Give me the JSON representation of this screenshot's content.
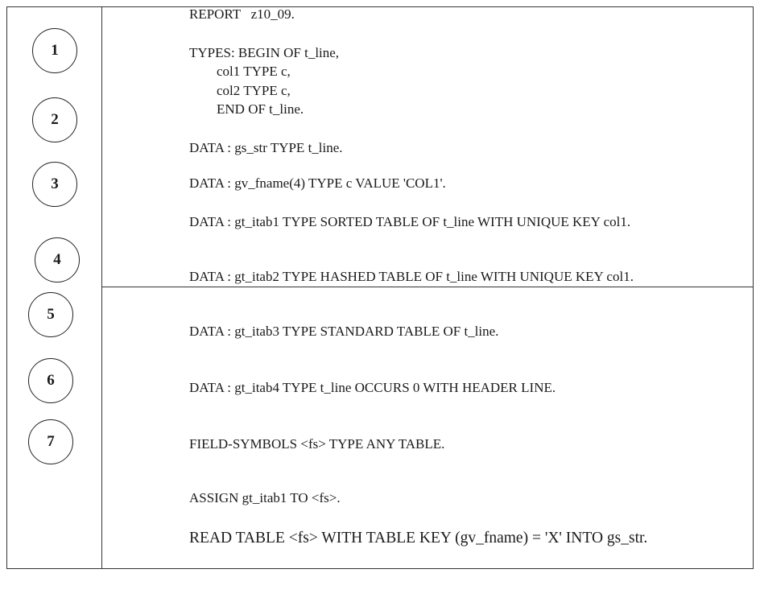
{
  "markers": [
    "1",
    "2",
    "3",
    "4",
    "5",
    "6",
    "7"
  ],
  "code": {
    "report": "REPORT   z10_09.",
    "types_begin": "TYPES: BEGIN OF t_line,",
    "col1": "col1 TYPE c,",
    "col2": "col2 TYPE c,",
    "types_end": "END OF t_line.",
    "data_str": "DATA : gs_str TYPE t_line.",
    "data_fname": "DATA : gv_fname(4) TYPE c VALUE 'COL1'.",
    "data_itab1": "DATA : gt_itab1 TYPE SORTED TABLE OF t_line WITH UNIQUE KEY col1.",
    "data_itab2": "DATA : gt_itab2 TYPE HASHED TABLE OF t_line WITH UNIQUE KEY col1.",
    "data_itab3": "DATA : gt_itab3 TYPE STANDARD TABLE OF t_line.",
    "data_itab4": "DATA : gt_itab4 TYPE t_line OCCURS 0 WITH HEADER LINE.",
    "field_symbols": "FIELD-SYMBOLS <fs> TYPE ANY TABLE.",
    "assign": "ASSIGN gt_itab1 TO <fs>.",
    "read": "READ TABLE <fs> WITH TABLE KEY (gv_fname) = 'X' INTO gs_str."
  }
}
